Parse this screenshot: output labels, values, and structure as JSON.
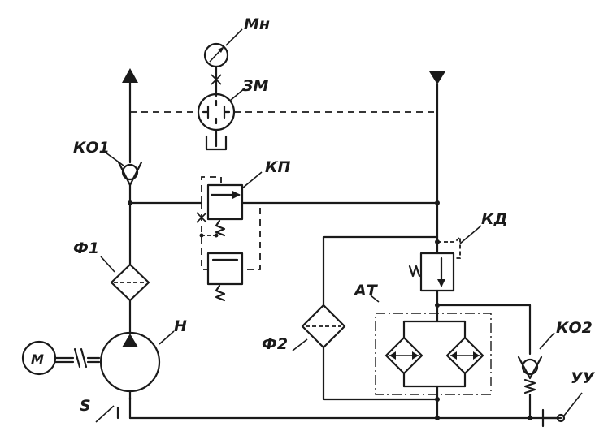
{
  "labels": {
    "mn": "Мн",
    "zm": "ЗМ",
    "ko1": "КО1",
    "kp": "КП",
    "kd": "КД",
    "f1": "Ф1",
    "f2": "Ф2",
    "at": "АТ",
    "n": "Н",
    "ko2": "КО2",
    "m": "М",
    "s": "S",
    "uu": "УУ"
  },
  "colors": {
    "ink": "#1a1a1a",
    "paper": "#ffffff"
  }
}
